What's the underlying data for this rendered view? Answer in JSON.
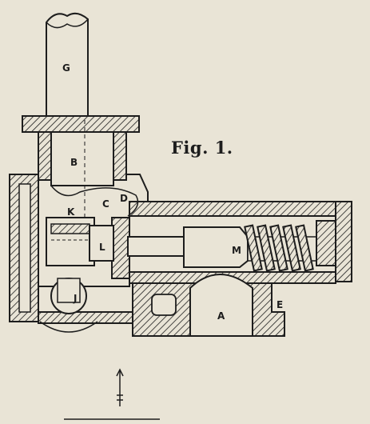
{
  "figure": {
    "caption": "Fig. 1.",
    "labels": {
      "G": "G",
      "B": "B",
      "C": "C",
      "D": "D",
      "K": "K",
      "L": "L",
      "J": "J",
      "M": "M",
      "A": "A",
      "E": "E"
    }
  },
  "colors": {
    "paper": "#e9e4d6",
    "ink": "#1d1d1d"
  }
}
